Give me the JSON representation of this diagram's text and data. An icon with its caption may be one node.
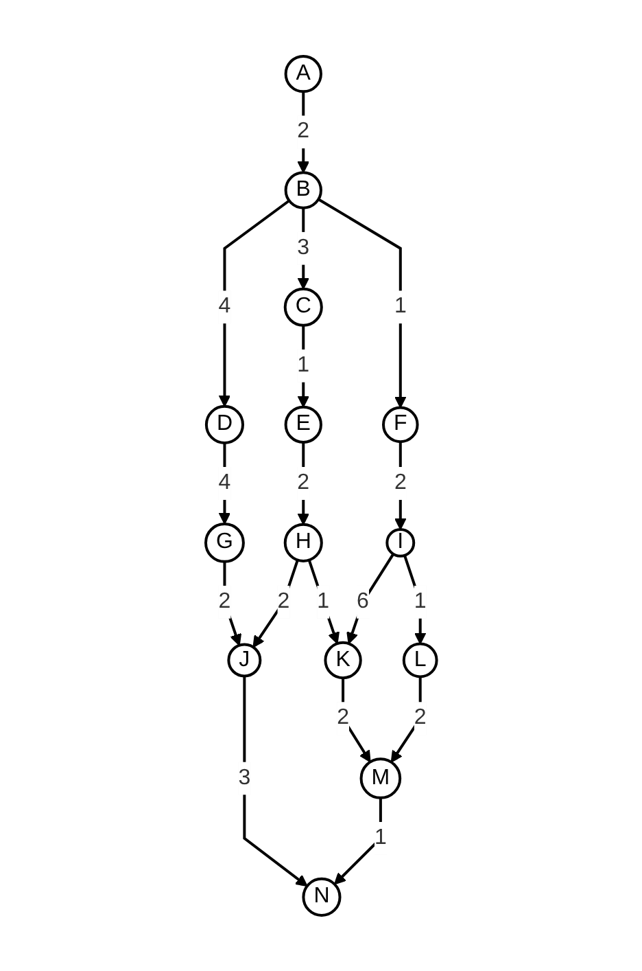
{
  "diagram": {
    "nodes": [
      {
        "text": [
          "A"
        ]
      },
      {
        "text": [
          "B"
        ]
      },
      {
        "text": [
          "C"
        ]
      },
      {
        "text": [
          "D"
        ]
      },
      {
        "text": [
          "E"
        ]
      },
      {
        "text": [
          "F"
        ]
      },
      {
        "text": [
          "G"
        ]
      },
      {
        "text": [
          "H"
        ]
      },
      {
        "text": [
          "I"
        ]
      },
      {
        "text": [
          "J"
        ]
      },
      {
        "text": [
          "K"
        ]
      },
      {
        "text": [
          "L"
        ]
      },
      {
        "text": [
          "M"
        ]
      },
      {
        "text": [
          "N"
        ]
      }
    ],
    "edges": [
      {
        "from": 0,
        "to": 1,
        "arrow": "to",
        "label": "2"
      },
      {
        "from": 1,
        "to": 3,
        "arrow": "to",
        "label": "4"
      },
      {
        "from": 1,
        "to": 2,
        "arrow": "to",
        "label": "3"
      },
      {
        "from": 1,
        "to": 5,
        "arrow": "to",
        "label": "1"
      },
      {
        "from": 2,
        "to": 4,
        "arrow": "to",
        "label": "1"
      },
      {
        "from": 3,
        "to": 6,
        "arrow": "to",
        "label": "4"
      },
      {
        "from": 4,
        "to": 7,
        "arrow": "to",
        "label": "2"
      },
      {
        "from": 5,
        "to": 8,
        "arrow": "to",
        "label": "2"
      },
      {
        "from": 6,
        "to": 9,
        "arrow": "to",
        "label": "2"
      },
      {
        "from": 7,
        "to": 9,
        "arrow": "to",
        "label": "2"
      },
      {
        "from": 7,
        "to": 10,
        "arrow": "to",
        "label": "1"
      },
      {
        "from": 8,
        "to": 10,
        "arrow": "to",
        "label": "6"
      },
      {
        "from": 8,
        "to": 11,
        "arrow": "to",
        "label": "1"
      },
      {
        "from": 9,
        "to": 13,
        "arrow": "to",
        "label": "3"
      },
      {
        "from": 10,
        "to": 12,
        "arrow": "to",
        "label": "2"
      },
      {
        "from": 11,
        "to": 12,
        "arrow": "to",
        "label": "2"
      },
      {
        "from": 12,
        "to": 13,
        "arrow": "to",
        "label": "1"
      }
    ]
  }
}
